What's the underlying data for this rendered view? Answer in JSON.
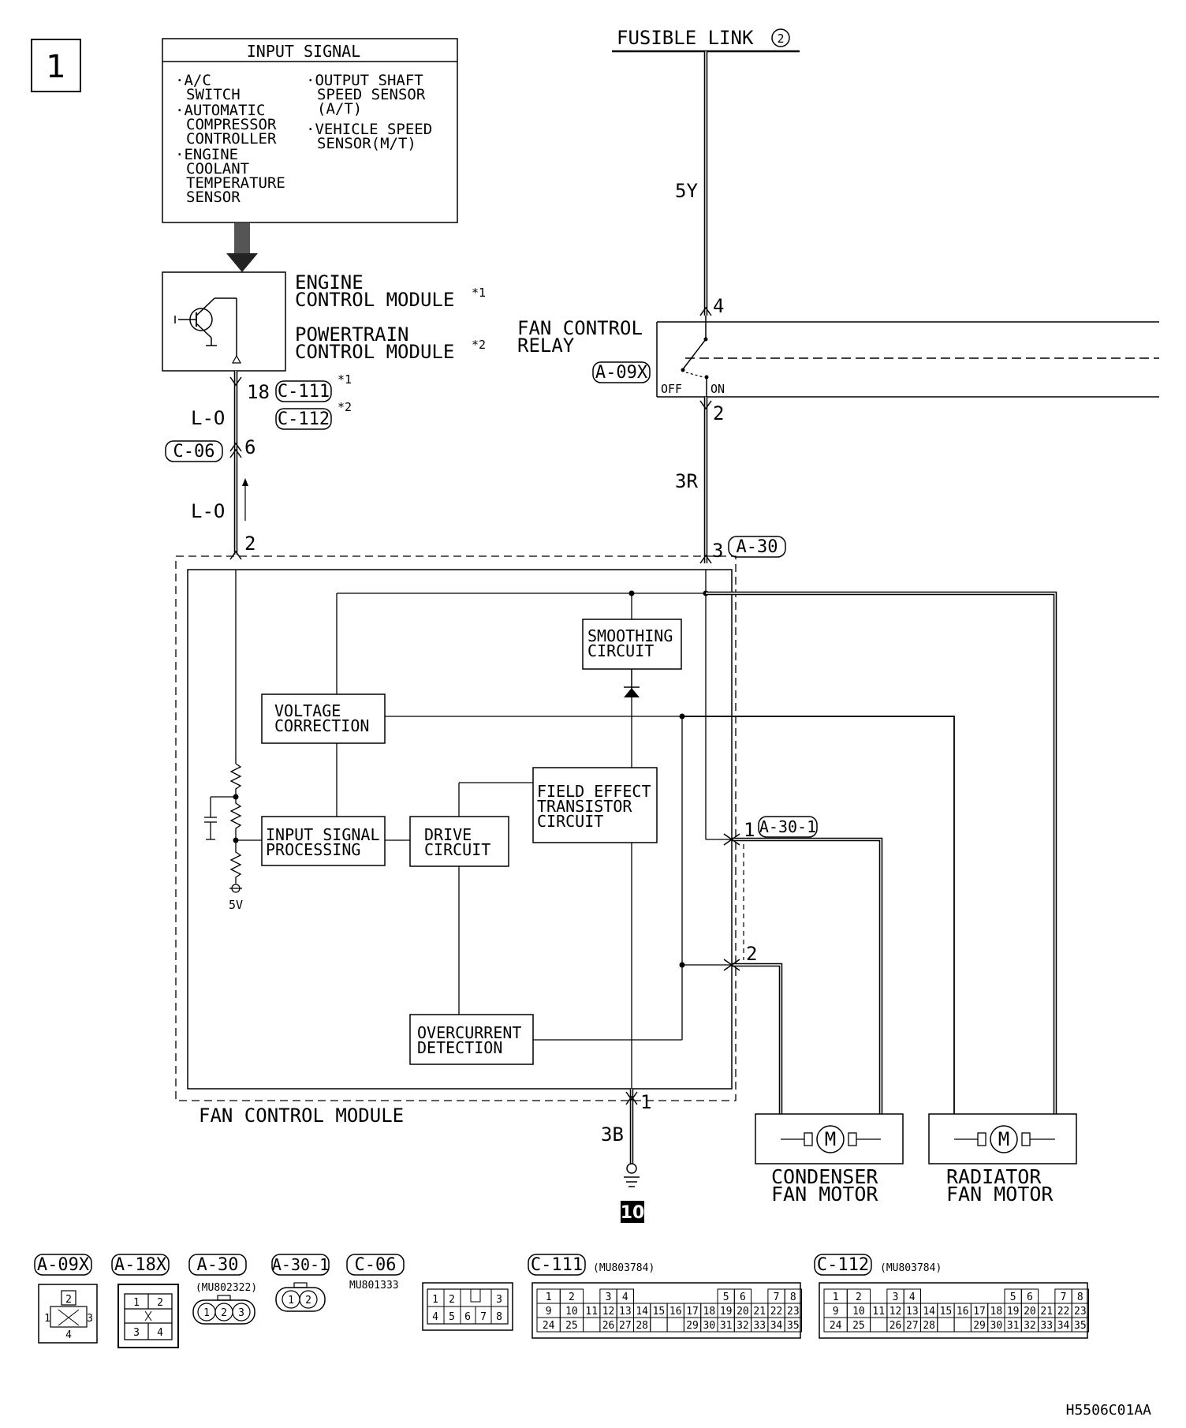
{
  "page_marker": "1",
  "input_signal": {
    "title": "INPUT SIGNAL",
    "left_items": [
      [
        "·A/C",
        "SWITCH"
      ],
      [
        "·AUTOMATIC",
        "COMPRESSOR",
        "CONTROLLER"
      ],
      [
        "·ENGINE",
        "COOLANT",
        "TEMPERATURE",
        "SENSOR"
      ]
    ],
    "right_items": [
      [
        "·OUTPUT SHAFT",
        "SPEED SENSOR",
        "(A/T)"
      ],
      [
        "·VEHICLE SPEED",
        "SENSOR(M/T)"
      ]
    ]
  },
  "ecm": {
    "line1": "ENGINE",
    "line2": "CONTROL MODULE",
    "note1": "*1",
    "line3": "POWERTRAIN",
    "line4": "CONTROL MODULE",
    "note2": "*2",
    "pin": "18",
    "conn1": "C-111",
    "conn1_note": "*1",
    "conn2": "C-112",
    "conn2_note": "*2"
  },
  "fusible_link": {
    "label": "FUSIBLE LINK",
    "number": "2"
  },
  "wires": {
    "supply": "5Y",
    "relay_out": "3R",
    "signal_upper": "L-O",
    "signal_lower": "L-O",
    "ground": "3B"
  },
  "relay": {
    "line1": "FAN CONTROL",
    "line2": "RELAY",
    "connector": "A-09X",
    "pin_in": "4",
    "pin_out": "2",
    "off": "OFF",
    "on": "ON"
  },
  "junction": {
    "connector": "C-06",
    "pin": "6"
  },
  "module": {
    "label": "FAN CONTROL MODULE",
    "signal_pin": "2",
    "power_pin": "3",
    "power_connector": "A-30",
    "ground_pin": "1",
    "out1_pin": "1",
    "out1_connector": "A-30-1",
    "out2_pin": "2",
    "bias_voltage": "5V",
    "blocks": {
      "smoothing": [
        "SMOOTHING",
        "CIRCUIT"
      ],
      "voltage": [
        "VOLTAGE",
        "CORRECTION"
      ],
      "fet": [
        "FIELD EFFECT",
        "TRANSISTOR",
        "CIRCUIT"
      ],
      "input": [
        "INPUT SIGNAL",
        "PROCESSING"
      ],
      "drive": [
        "DRIVE",
        "CIRCUIT"
      ],
      "overcurrent": [
        "OVERCURRENT",
        "DETECTION"
      ]
    }
  },
  "motors": {
    "symbol": "M",
    "condenser": [
      "CONDENSER",
      "FAN MOTOR"
    ],
    "radiator": [
      "RADIATOR",
      "FAN MOTOR"
    ]
  },
  "ground_ref": "10",
  "connector_legend": {
    "a09x": {
      "code": "A-09X",
      "pins": [
        "2",
        "1",
        "3",
        "4"
      ]
    },
    "a18x": {
      "code": "A-18X",
      "pins": [
        "1",
        "2",
        "3",
        "4"
      ]
    },
    "a30": {
      "code": "A-30",
      "part": "(MU802322)",
      "pins": [
        "1",
        "2",
        "3"
      ]
    },
    "a301": {
      "code": "A-30-1",
      "pins": [
        "1",
        "2"
      ]
    },
    "c06": {
      "code": "C-06",
      "part": "MU801333",
      "top": [
        "1",
        "2",
        "3"
      ],
      "bottom": [
        "4",
        "5",
        "6",
        "7",
        "8"
      ]
    },
    "c111": {
      "code": "C-111",
      "part": "(MU803784)",
      "row1": [
        "1",
        "2",
        "3",
        "4",
        "5",
        "6",
        "7",
        "8"
      ],
      "row2": [
        "9",
        "10",
        "11",
        "12",
        "13",
        "14",
        "15",
        "16",
        "17",
        "18",
        "19",
        "20",
        "21",
        "22",
        "23"
      ],
      "row3": [
        "24",
        "25",
        "26",
        "27",
        "28",
        "29",
        "30",
        "31",
        "32",
        "33",
        "34",
        "35"
      ]
    },
    "c112": {
      "code": "C-112",
      "part": "(MU803784)",
      "row1": [
        "1",
        "2",
        "3",
        "4",
        "5",
        "6",
        "7",
        "8"
      ],
      "row2": [
        "9",
        "10",
        "11",
        "12",
        "13",
        "14",
        "15",
        "16",
        "17",
        "18",
        "19",
        "20",
        "21",
        "22",
        "23"
      ],
      "row3": [
        "24",
        "25",
        "26",
        "27",
        "28",
        "29",
        "30",
        "31",
        "32",
        "33",
        "34",
        "35"
      ]
    }
  },
  "figure_code": "H5506C01AA"
}
